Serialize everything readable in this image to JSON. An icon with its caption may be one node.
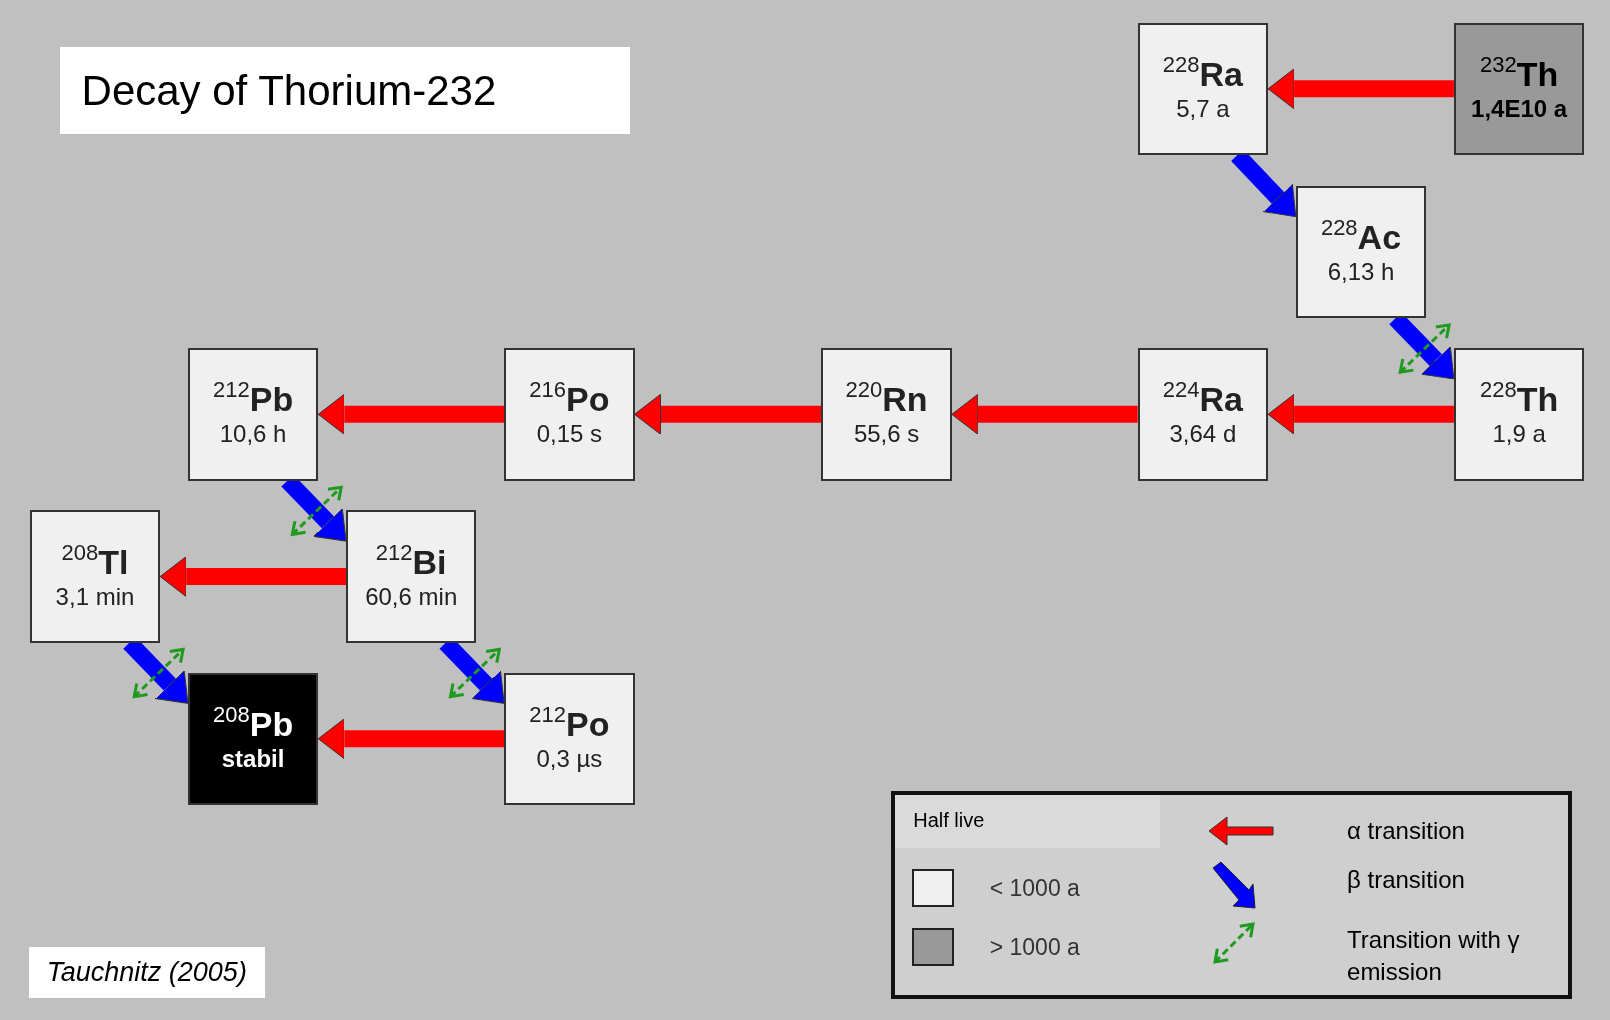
{
  "diagram": {
    "title": "Decay of Thorium-232",
    "caption": "Tauchnitz (2005)",
    "nodes": [
      {
        "text": [
          "$^{232}$Th",
          "1,4E10 a"
        ]
      },
      {
        "text": [
          "$^{228}$Ra",
          "5,7 a"
        ]
      },
      {
        "text": [
          "$^{228}$Ac",
          "6,13 h"
        ]
      },
      {
        "text": [
          "$^{212}$Pb",
          "10,6 h"
        ]
      },
      {
        "text": [
          "$^{216}$Po",
          "0,15 s"
        ]
      },
      {
        "text": [
          "$^{220}$Rn",
          "55,6 s"
        ]
      },
      {
        "text": [
          "$^{224}$Ra",
          "3,64 d"
        ]
      },
      {
        "text": [
          "$^{228}$Th",
          "1,9 a"
        ]
      },
      {
        "text": [
          "$^{208}$Tl",
          "3,1 min"
        ]
      },
      {
        "text": [
          "$^{212}$Bi",
          "60,6 min"
        ]
      },
      {
        "text": [
          "$^{208}$Pb",
          "stabil"
        ]
      },
      {
        "text": [
          "$^{212}$Po",
          "0,3 µs"
        ]
      }
    ],
    "edges": [
      {
        "from": 0,
        "to": 1,
        "arrow": "to"
      },
      {
        "from": 1,
        "to": 2,
        "arrow": "to",
        "color": "#0000ff"
      },
      {
        "from": 2,
        "to": 7,
        "arrow": "to",
        "color": "#0000ff"
      },
      {
        "from": 7,
        "to": 6,
        "arrow": "to"
      },
      {
        "from": 6,
        "to": 5,
        "arrow": "to"
      },
      {
        "from": 5,
        "to": 4,
        "arrow": "to"
      },
      {
        "from": 4,
        "to": 3,
        "arrow": "to"
      },
      {
        "from": 3,
        "to": 9,
        "arrow": "to",
        "color": "#0000ff"
      },
      {
        "from": 9,
        "to": 8,
        "arrow": "to"
      },
      {
        "from": 9,
        "to": 11,
        "arrow": "to",
        "color": "#0000ff"
      },
      {
        "from": 8,
        "to": 10,
        "arrow": "to",
        "color": "#0000ff"
      },
      {
        "from": 11,
        "to": 10,
        "arrow": "to"
      }
    ],
    "labels": [
      "Half live"
    ],
    "legend": [
      {
        "text": "< 1000 a",
        "color": "#f0f0f0"
      },
      {
        "text": "> 1000 a",
        "color": "#999999"
      },
      {
        "text": "α transition"
      },
      {
        "text": "β transition"
      },
      {
        "text": "Transition with γ emission"
      }
    ]
  }
}
